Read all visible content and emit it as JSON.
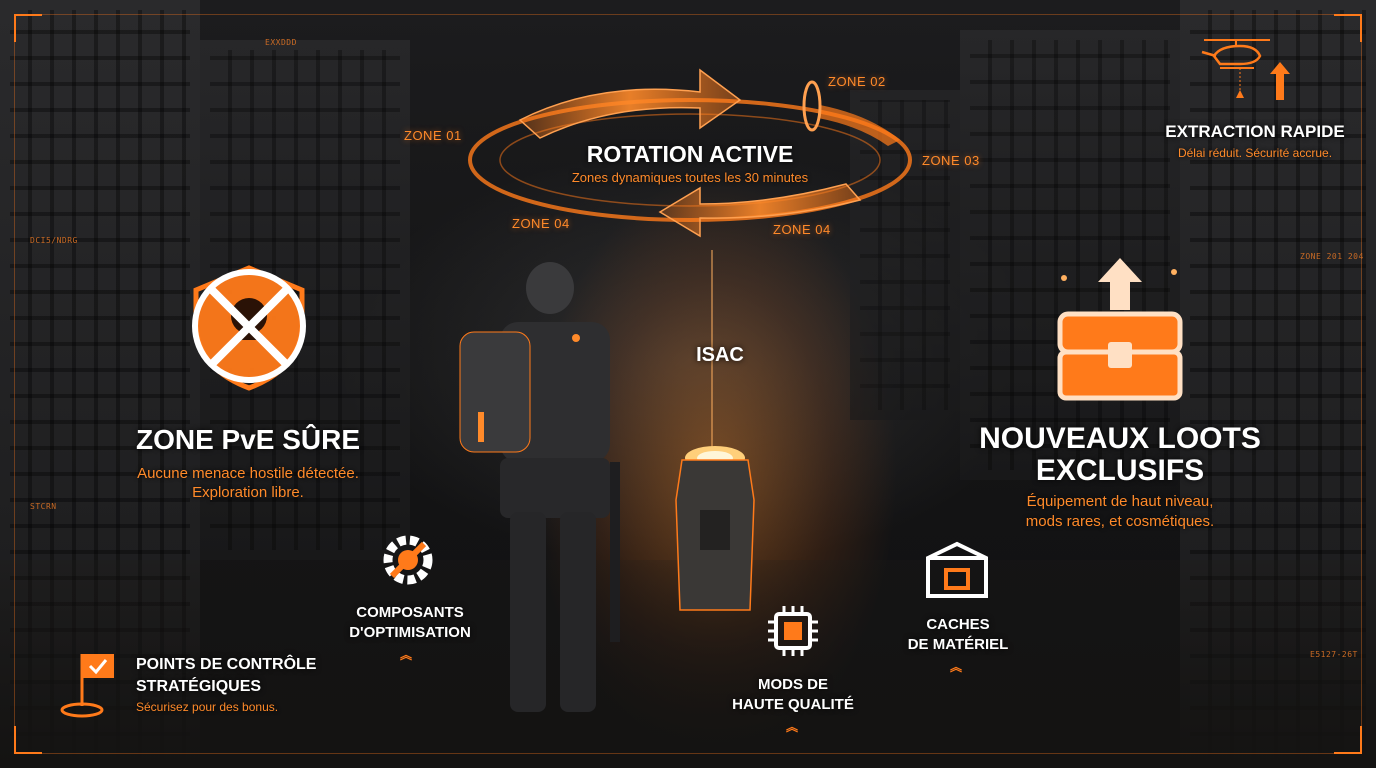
{
  "rotation": {
    "title": "ROTATION ACTIVE",
    "subtitle": "Zones dynamiques toutes les 30 minutes",
    "zones": [
      "ZONE 01",
      "ZONE 02",
      "ZONE 03",
      "ZONE 04",
      "ZONE 04"
    ]
  },
  "extraction": {
    "title": "EXTRACTION RAPIDE",
    "subtitle": "Délai réduit. Sécurité accrue."
  },
  "pve": {
    "title": "ZONE PvE SÛRE",
    "line1": "Aucune menace hostile détectée.",
    "line2": "Exploration libre."
  },
  "loots": {
    "title1": "NOUVEAUX LOOTS",
    "title2": "EXCLUSIFS",
    "line1": "Équipement de haut niveau,",
    "line2": "mods rares, et cosmétiques."
  },
  "isac": {
    "label": "ISAC"
  },
  "components": {
    "line1": "COMPOSANTS",
    "line2": "D'OPTIMISATION"
  },
  "mods": {
    "line1": "MODS DE",
    "line2": "HAUTE QUALITÉ"
  },
  "caches": {
    "line1": "CACHES",
    "line2": "DE MATÉRIEL"
  },
  "checkpoints": {
    "line1": "POINTS DE CONTRÔLE",
    "line2": "STRATÉGIQUES",
    "subtitle": "Sécurisez pour des bonus."
  },
  "hud_codes": [
    "EXXDDD",
    "DCI5/NDRG",
    "STCRN",
    "ZONE 201 204",
    "E5127-26T"
  ],
  "colors": {
    "accent": "#ff7a1a",
    "accent_text": "#ff8a2a",
    "text": "#ffffff"
  },
  "icons": {
    "pve": "skull-crossed-shield-icon",
    "extraction": "helicopter-icon",
    "loots": "loot-chest-icon",
    "components": "gear-wrench-icon",
    "mods": "chip-icon",
    "caches": "crate-icon",
    "checkpoints": "flag-pin-icon",
    "isac": "beacon-terminal-icon"
  }
}
